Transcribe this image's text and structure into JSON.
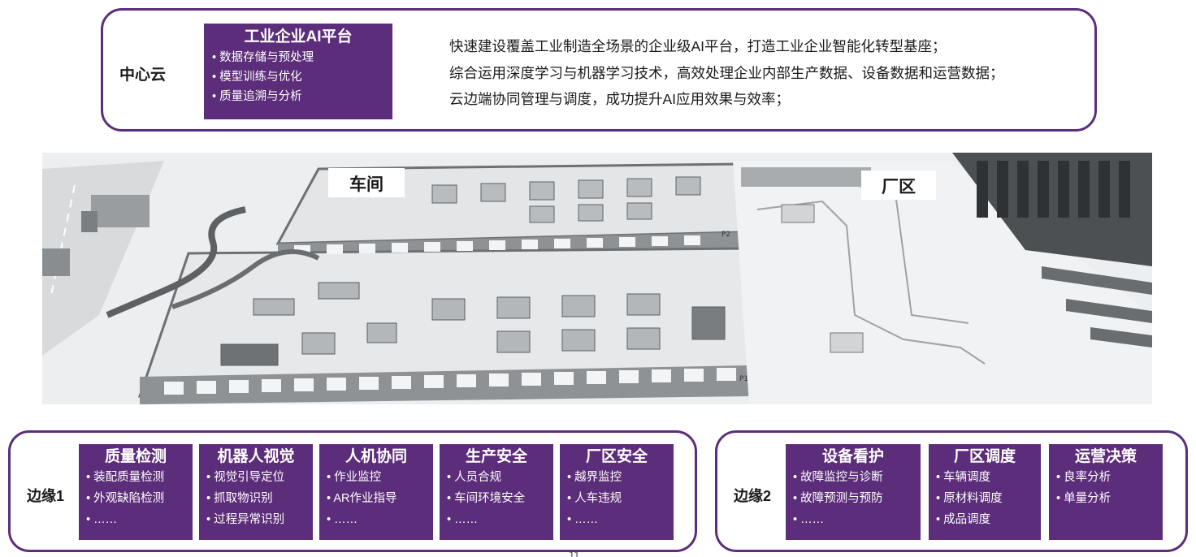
{
  "cloud": {
    "label": "中心云",
    "platform": {
      "title": "工业企业AI平台",
      "items": [
        "数据存储与预处理",
        "模型训练与优化",
        "质量追溯与分析"
      ]
    },
    "descriptions": [
      "快速建设覆盖工业制造全场景的企业级AI平台，打造工业企业智能化转型基座；",
      "综合运用深度学习与机器学习技术，高效处理企业内部生产数据、设备数据和运营数据；",
      "云边端协同管理与调度，成功提升AI应用效果与效率；"
    ],
    "bullet_glyph": ""
  },
  "factory": {
    "workshop_label": "车间",
    "park_label": "厂区",
    "tags": [
      "P2",
      "P1"
    ]
  },
  "edge1": {
    "label": "边缘1",
    "cards": [
      {
        "title": "质量检测",
        "items": [
          "装配质量检测",
          "外观缺陷检测",
          "……"
        ]
      },
      {
        "title": "机器人视觉",
        "items": [
          "视觉引导定位",
          "抓取物识别",
          "过程异常识别"
        ]
      },
      {
        "title": "人机协同",
        "items": [
          "作业监控",
          "AR作业指导",
          "……"
        ]
      },
      {
        "title": "生产安全",
        "items": [
          "人员合规",
          "车间环境安全",
          "……"
        ]
      },
      {
        "title": "厂区安全",
        "items": [
          "越界监控",
          "人车违规",
          "……"
        ]
      }
    ]
  },
  "edge2": {
    "label": "边缘2",
    "cards": [
      {
        "title": "设备看护",
        "items": [
          "故障监控与诊断",
          "故障预测与预防",
          "……"
        ]
      },
      {
        "title": "厂区调度",
        "items": [
          "车辆调度",
          "原材料调度",
          "成品调度"
        ]
      },
      {
        "title": "运营决策",
        "items": [
          "良率分析",
          "单量分析"
        ]
      }
    ]
  },
  "page_number": "11",
  "colors": {
    "accent": "#5c2d7a"
  }
}
